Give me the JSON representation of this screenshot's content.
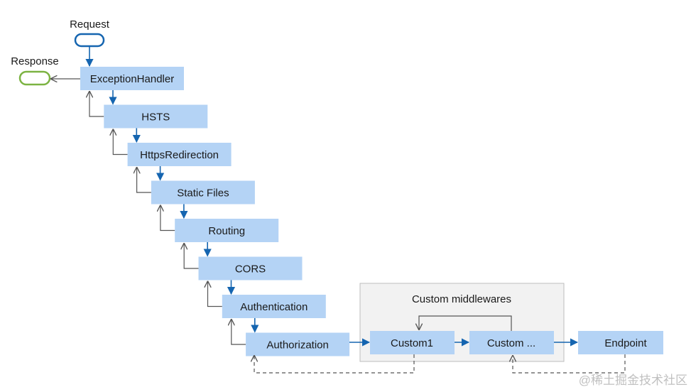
{
  "diagram": {
    "request_label": "Request",
    "response_label": "Response",
    "group_title": "Custom middlewares",
    "pipeline": [
      "ExceptionHandler",
      "HSTS",
      "HttpsRedirection",
      "Static Files",
      "Routing",
      "CORS",
      "Authentication",
      "Authorization"
    ],
    "custom": [
      "Custom1",
      "Custom ..."
    ],
    "endpoint": "Endpoint",
    "watermark": "@稀土掘金技术社区"
  },
  "colors": {
    "box_fill": "#b4d3f5",
    "arrow_blue": "#1565b0",
    "return_gray": "#555555",
    "request_pill": "#1565b0",
    "response_pill": "#7cb342",
    "group_fill": "#f2f2f2",
    "group_border": "#bdbdbd"
  }
}
